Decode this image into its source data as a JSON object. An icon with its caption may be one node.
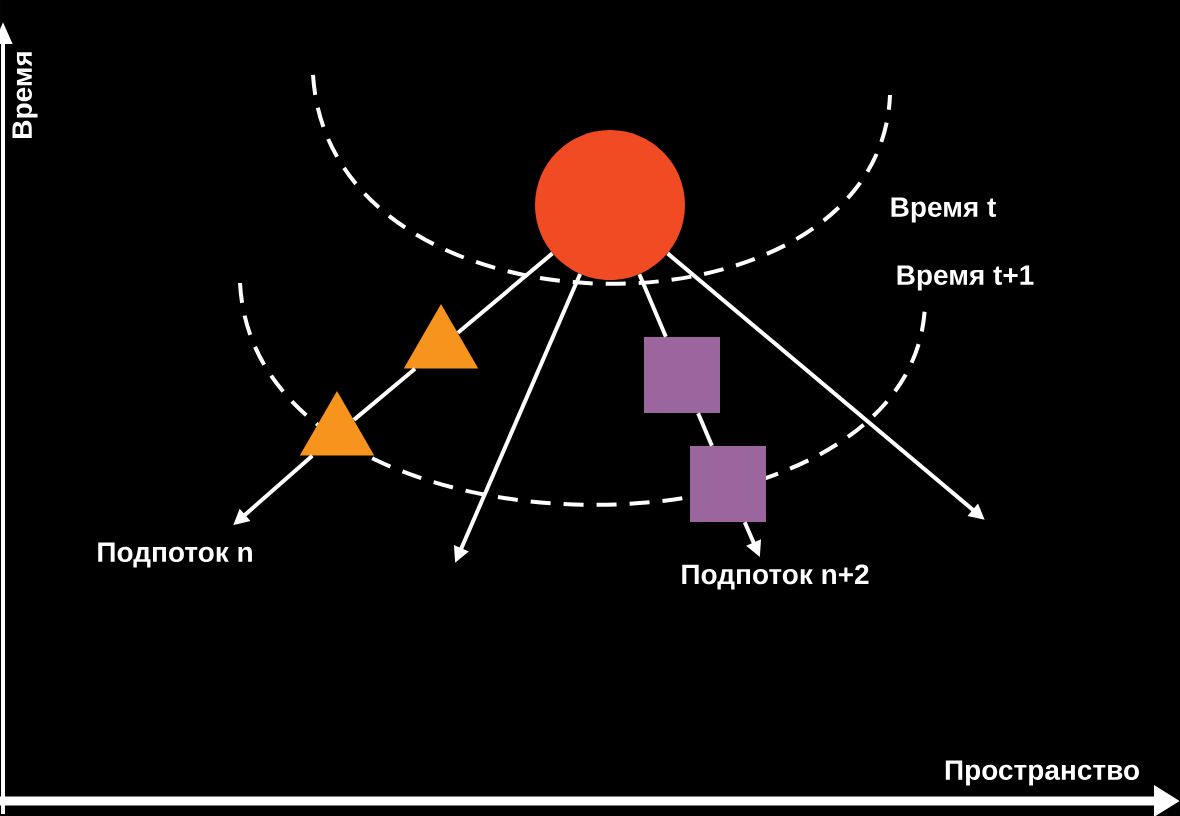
{
  "diagram": {
    "nodes": [
      {
        "text": [],
        "shape": "circle"
      },
      {
        "text": [],
        "shape": "triangle"
      },
      {
        "text": [],
        "shape": "triangle"
      },
      {
        "text": [],
        "shape": "box"
      },
      {
        "text": [],
        "shape": "box"
      },
      {
        "text": [
          "Подпоток n"
        ]
      },
      {
        "text": [
          "Подпоток n+2"
        ]
      }
    ],
    "edges": [
      {
        "from": 0,
        "to": 1,
        "arrow": "none"
      },
      {
        "from": 1,
        "to": 2,
        "arrow": "none"
      },
      {
        "from": 2,
        "to": 5,
        "arrow": "to"
      },
      {
        "from": 0,
        "to": null,
        "arrow": "to"
      },
      {
        "from": 0,
        "to": 3,
        "arrow": "none"
      },
      {
        "from": 3,
        "to": 4,
        "arrow": "none"
      },
      {
        "from": 4,
        "to": 6,
        "arrow": "to"
      },
      {
        "from": 0,
        "to": null,
        "arrow": "to"
      }
    ],
    "labels": [
      "Время",
      "Время t",
      "Время t+1",
      "Пространство"
    ]
  }
}
